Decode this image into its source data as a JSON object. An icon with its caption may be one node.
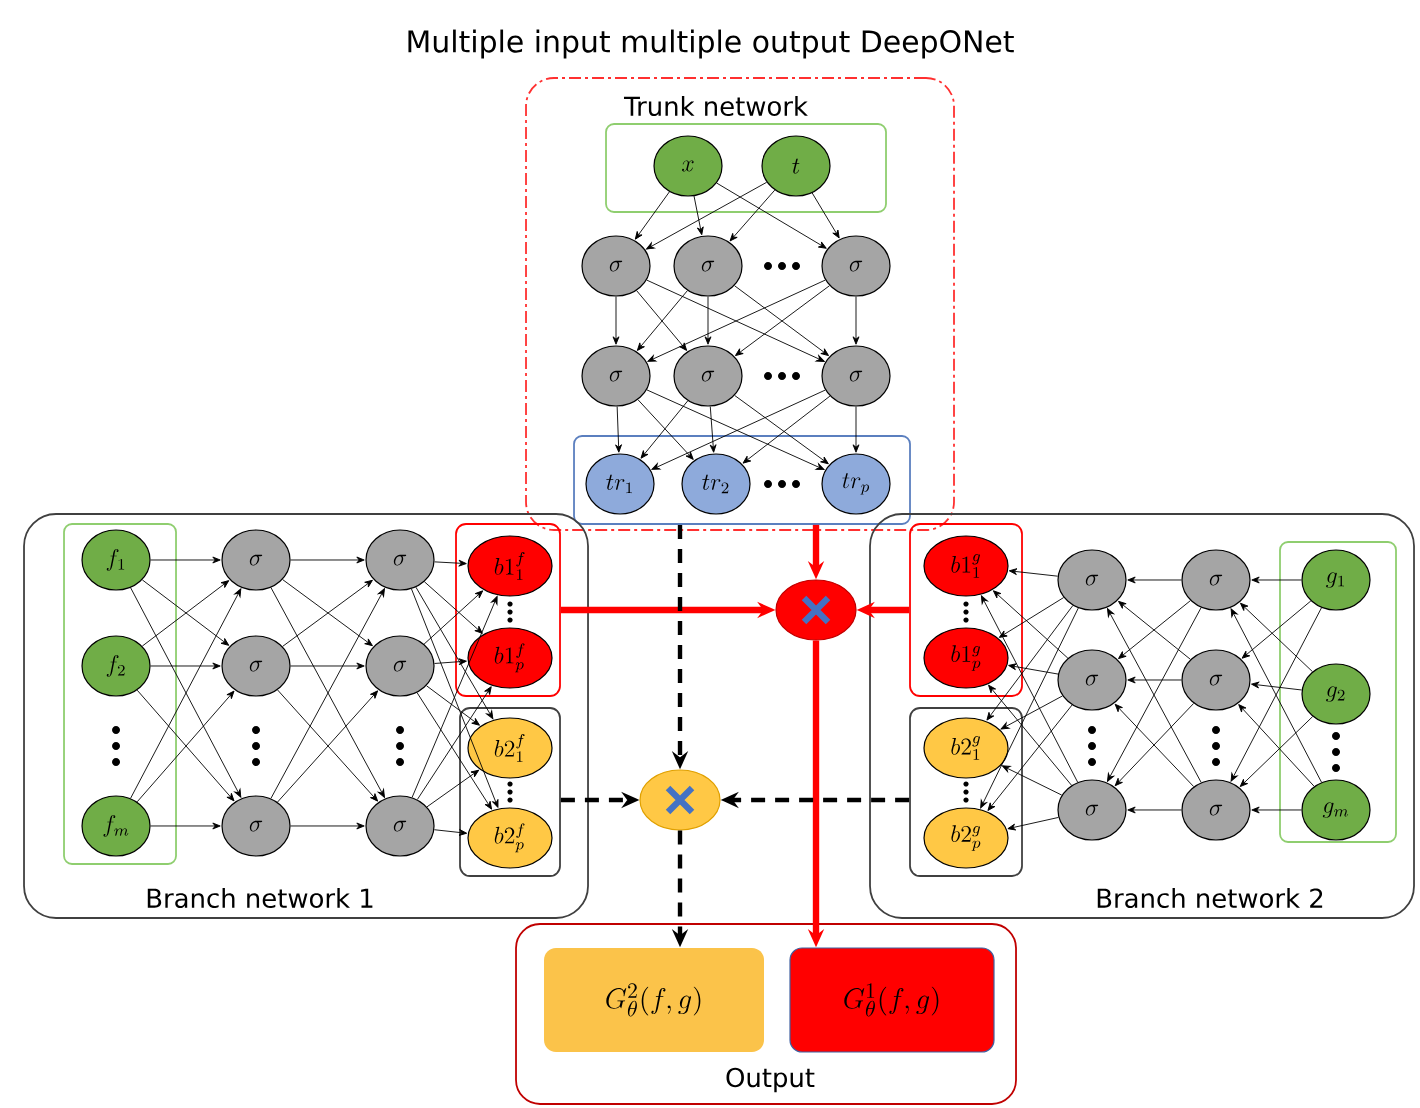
{
  "diagram": {
    "title": "Multiple input multiple output DeepONet",
    "nodes": [
      {
        "text": [
          "Trunk network"
        ]
      },
      {
        "text": [],
        "shape": "box",
        "in": 0
      },
      {
        "text": [
          "x"
        ],
        "in": 1
      },
      {
        "text": [
          "t"
        ],
        "in": 1
      },
      {
        "text": [
          "\\sigma"
        ],
        "in": 0
      },
      {
        "text": [
          "\\sigma"
        ],
        "in": 0
      },
      {
        "text": [
          "\\sigma"
        ],
        "in": 0
      },
      {
        "text": [
          "\\sigma"
        ],
        "in": 0
      },
      {
        "text": [
          "\\sigma"
        ],
        "in": 0
      },
      {
        "text": [
          "\\sigma"
        ],
        "in": 0
      },
      {
        "text": [],
        "shape": "box",
        "in": 0
      },
      {
        "text": [
          "tr_1"
        ],
        "in": 10
      },
      {
        "text": [
          "tr_2"
        ],
        "in": 10
      },
      {
        "text": [
          "tr_p"
        ],
        "in": 10
      },
      {
        "text": [
          "Branch network 1"
        ]
      },
      {
        "text": [],
        "shape": "box",
        "in": 14
      },
      {
        "text": [
          "f_1"
        ],
        "in": 15
      },
      {
        "text": [
          "f_2"
        ],
        "in": 15
      },
      {
        "text": [
          "f_m"
        ],
        "in": 15
      },
      {
        "text": [
          "\\sigma"
        ],
        "in": 14
      },
      {
        "text": [
          "\\sigma"
        ],
        "in": 14
      },
      {
        "text": [
          "\\sigma"
        ],
        "in": 14
      },
      {
        "text": [
          "\\sigma"
        ],
        "in": 14
      },
      {
        "text": [
          "\\sigma"
        ],
        "in": 14
      },
      {
        "text": [
          "\\sigma"
        ],
        "in": 14
      },
      {
        "text": [],
        "shape": "box",
        "in": 14
      },
      {
        "text": [
          "b1_1^f"
        ],
        "in": 25
      },
      {
        "text": [
          "b1_p^f"
        ],
        "in": 25
      },
      {
        "text": [],
        "shape": "box",
        "in": 14
      },
      {
        "text": [
          "b2_1^f"
        ],
        "in": 28
      },
      {
        "text": [
          "b2_p^f"
        ],
        "in": 28
      },
      {
        "text": [
          "Branch network 2"
        ]
      },
      {
        "text": [],
        "shape": "box",
        "in": 31
      },
      {
        "text": [
          "b1_1^g"
        ],
        "in": 32
      },
      {
        "text": [
          "b1_p^g"
        ],
        "in": 32
      },
      {
        "text": [],
        "shape": "box",
        "in": 31
      },
      {
        "text": [
          "b2_1^g"
        ],
        "in": 35
      },
      {
        "text": [
          "b2_p^g"
        ],
        "in": 35
      },
      {
        "text": [
          "\\sigma"
        ],
        "in": 31
      },
      {
        "text": [
          "\\sigma"
        ],
        "in": 31
      },
      {
        "text": [
          "\\sigma"
        ],
        "in": 31
      },
      {
        "text": [
          "\\sigma"
        ],
        "in": 31
      },
      {
        "text": [
          "\\sigma"
        ],
        "in": 31
      },
      {
        "text": [
          "\\sigma"
        ],
        "in": 31
      },
      {
        "text": [],
        "shape": "box",
        "in": 31
      },
      {
        "text": [
          "g_1"
        ],
        "in": 44
      },
      {
        "text": [
          "g_2"
        ],
        "in": 44
      },
      {
        "text": [
          "g_m"
        ],
        "in": 44
      },
      {
        "text": [],
        "shape": "circle"
      },
      {
        "text": [],
        "shape": "circle"
      },
      {
        "text": [
          "Output"
        ]
      },
      {
        "text": [
          "G_\\theta^2(f,g)"
        ],
        "in": 50
      },
      {
        "text": [
          "G_\\theta^1(f,g)"
        ],
        "in": 50
      }
    ],
    "edges": [
      {
        "from": 2,
        "to": 4,
        "arrow": "to"
      },
      {
        "from": 2,
        "to": 5,
        "arrow": "to"
      },
      {
        "from": 2,
        "to": 6,
        "arrow": "to"
      },
      {
        "from": 3,
        "to": 4,
        "arrow": "to"
      },
      {
        "from": 3,
        "to": 5,
        "arrow": "to"
      },
      {
        "from": 3,
        "to": 6,
        "arrow": "to"
      },
      {
        "from": 4,
        "to": 7,
        "arrow": "to"
      },
      {
        "from": 4,
        "to": 8,
        "arrow": "to"
      },
      {
        "from": 4,
        "to": 9,
        "arrow": "to"
      },
      {
        "from": 5,
        "to": 7,
        "arrow": "to"
      },
      {
        "from": 5,
        "to": 8,
        "arrow": "to"
      },
      {
        "from": 5,
        "to": 9,
        "arrow": "to"
      },
      {
        "from": 6,
        "to": 7,
        "arrow": "to"
      },
      {
        "from": 6,
        "to": 8,
        "arrow": "to"
      },
      {
        "from": 6,
        "to": 9,
        "arrow": "to"
      },
      {
        "from": 7,
        "to": 11,
        "arrow": "to"
      },
      {
        "from": 7,
        "to": 12,
        "arrow": "to"
      },
      {
        "from": 7,
        "to": 13,
        "arrow": "to"
      },
      {
        "from": 8,
        "to": 11,
        "arrow": "to"
      },
      {
        "from": 8,
        "to": 12,
        "arrow": "to"
      },
      {
        "from": 8,
        "to": 13,
        "arrow": "to"
      },
      {
        "from": 9,
        "to": 11,
        "arrow": "to"
      },
      {
        "from": 9,
        "to": 12,
        "arrow": "to"
      },
      {
        "from": 9,
        "to": 13,
        "arrow": "to"
      },
      {
        "from": 16,
        "to": 19,
        "arrow": "to"
      },
      {
        "from": 16,
        "to": 20,
        "arrow": "to"
      },
      {
        "from": 16,
        "to": 21,
        "arrow": "to"
      },
      {
        "from": 17,
        "to": 19,
        "arrow": "to"
      },
      {
        "from": 17,
        "to": 20,
        "arrow": "to"
      },
      {
        "from": 17,
        "to": 21,
        "arrow": "to"
      },
      {
        "from": 18,
        "to": 19,
        "arrow": "to"
      },
      {
        "from": 18,
        "to": 20,
        "arrow": "to"
      },
      {
        "from": 18,
        "to": 21,
        "arrow": "to"
      },
      {
        "from": 19,
        "to": 22,
        "arrow": "to"
      },
      {
        "from": 19,
        "to": 23,
        "arrow": "to"
      },
      {
        "from": 19,
        "to": 24,
        "arrow": "to"
      },
      {
        "from": 20,
        "to": 22,
        "arrow": "to"
      },
      {
        "from": 20,
        "to": 23,
        "arrow": "to"
      },
      {
        "from": 20,
        "to": 24,
        "arrow": "to"
      },
      {
        "from": 21,
        "to": 22,
        "arrow": "to"
      },
      {
        "from": 21,
        "to": 23,
        "arrow": "to"
      },
      {
        "from": 21,
        "to": 24,
        "arrow": "to"
      },
      {
        "from": 22,
        "to": 26,
        "arrow": "to"
      },
      {
        "from": 22,
        "to": 27,
        "arrow": "to"
      },
      {
        "from": 22,
        "to": 29,
        "arrow": "to"
      },
      {
        "from": 22,
        "to": 30,
        "arrow": "to"
      },
      {
        "from": 23,
        "to": 26,
        "arrow": "to"
      },
      {
        "from": 23,
        "to": 27,
        "arrow": "to"
      },
      {
        "from": 23,
        "to": 29,
        "arrow": "to"
      },
      {
        "from": 23,
        "to": 30,
        "arrow": "to"
      },
      {
        "from": 24,
        "to": 26,
        "arrow": "to"
      },
      {
        "from": 24,
        "to": 27,
        "arrow": "to"
      },
      {
        "from": 24,
        "to": 29,
        "arrow": "to"
      },
      {
        "from": 24,
        "to": 30,
        "arrow": "to"
      },
      {
        "from": 45,
        "to": 41,
        "arrow": "to"
      },
      {
        "from": 45,
        "to": 42,
        "arrow": "to"
      },
      {
        "from": 45,
        "to": 43,
        "arrow": "to"
      },
      {
        "from": 46,
        "to": 41,
        "arrow": "to"
      },
      {
        "from": 46,
        "to": 42,
        "arrow": "to"
      },
      {
        "from": 46,
        "to": 43,
        "arrow": "to"
      },
      {
        "from": 47,
        "to": 41,
        "arrow": "to"
      },
      {
        "from": 47,
        "to": 42,
        "arrow": "to"
      },
      {
        "from": 47,
        "to": 43,
        "arrow": "to"
      },
      {
        "from": 41,
        "to": 38,
        "arrow": "to"
      },
      {
        "from": 41,
        "to": 39,
        "arrow": "to"
      },
      {
        "from": 41,
        "to": 40,
        "arrow": "to"
      },
      {
        "from": 42,
        "to": 38,
        "arrow": "to"
      },
      {
        "from": 42,
        "to": 39,
        "arrow": "to"
      },
      {
        "from": 42,
        "to": 40,
        "arrow": "to"
      },
      {
        "from": 43,
        "to": 38,
        "arrow": "to"
      },
      {
        "from": 43,
        "to": 39,
        "arrow": "to"
      },
      {
        "from": 43,
        "to": 40,
        "arrow": "to"
      },
      {
        "from": 38,
        "to": 33,
        "arrow": "to"
      },
      {
        "from": 38,
        "to": 34,
        "arrow": "to"
      },
      {
        "from": 38,
        "to": 36,
        "arrow": "to"
      },
      {
        "from": 38,
        "to": 37,
        "arrow": "to"
      },
      {
        "from": 39,
        "to": 33,
        "arrow": "to"
      },
      {
        "from": 39,
        "to": 34,
        "arrow": "to"
      },
      {
        "from": 39,
        "to": 36,
        "arrow": "to"
      },
      {
        "from": 39,
        "to": 37,
        "arrow": "to"
      },
      {
        "from": 40,
        "to": 33,
        "arrow": "to"
      },
      {
        "from": 40,
        "to": 34,
        "arrow": "to"
      },
      {
        "from": 40,
        "to": 36,
        "arrow": "to"
      },
      {
        "from": 40,
        "to": 37,
        "arrow": "to"
      },
      {
        "from": 10,
        "to": 48,
        "arrow": "to",
        "style": "thick",
        "color": "#ff0000"
      },
      {
        "from": 25,
        "to": 48,
        "arrow": "to",
        "style": "thick",
        "color": "#ff0000"
      },
      {
        "from": 32,
        "to": 48,
        "arrow": "to",
        "style": "thick",
        "color": "#ff0000"
      },
      {
        "from": 48,
        "to": 52,
        "arrow": "to",
        "style": "thick",
        "color": "#ff0000"
      },
      {
        "from": 10,
        "to": 49,
        "arrow": "to",
        "style": "dashed"
      },
      {
        "from": 28,
        "to": 49,
        "arrow": "to",
        "style": "dashed"
      },
      {
        "from": 35,
        "to": 49,
        "arrow": "to",
        "style": "dashed"
      },
      {
        "from": 49,
        "to": 51,
        "arrow": "to",
        "style": "dashed"
      }
    ]
  }
}
